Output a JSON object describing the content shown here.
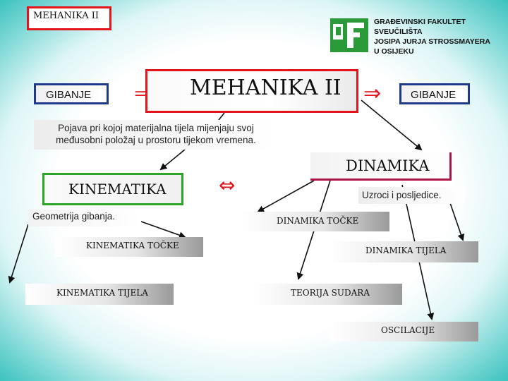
{
  "header": {
    "course_title": "MEHANIKA II",
    "logo_icon": "gf-logo-icon",
    "faculty_lines": [
      "GRAĐEVINSKI FAKULTET",
      "SVEUČILIŠTA",
      "JOSIPA JURJA STROSSMAYERA",
      "U OSIJEKU"
    ]
  },
  "diagram": {
    "main_title": "MEHANIKA II",
    "left_label": "GIBANJE",
    "right_label": "GIBANJE",
    "definition": "Pojava pri kojoj materijalna tijela mijenjaju svoj međusobni položaj u prostoru tijekom vremena.",
    "kinematika": "KINEMATIKA",
    "kinematika_desc": "Geometrija gibanja.",
    "dinamika": "DINAMIKA",
    "dinamika_desc": "Uzroci i posljedice.",
    "dinamika_tocke": "DINAMIKA TOČKE",
    "kinematika_tocke": "KINEMATIKA TOČKE",
    "dinamika_tijela": "DINAMIKA TIJELA",
    "kinematika_tijela": "KINEMATIKA TIJELA",
    "teorija_sudara": "TEORIJA SUDARA",
    "oscilacije": "OSCILACIJE",
    "symbols": {
      "left_arrow": "⇒",
      "right_arrow": "⇒",
      "double_arrow": "⇔"
    },
    "colors": {
      "title_border": "#e3141b",
      "gibanje_border": "#1f3a8a",
      "kinematika_border": "#2aa52a",
      "dinamika_border": "#b0124a",
      "symbol_color": "#e3141b"
    }
  }
}
